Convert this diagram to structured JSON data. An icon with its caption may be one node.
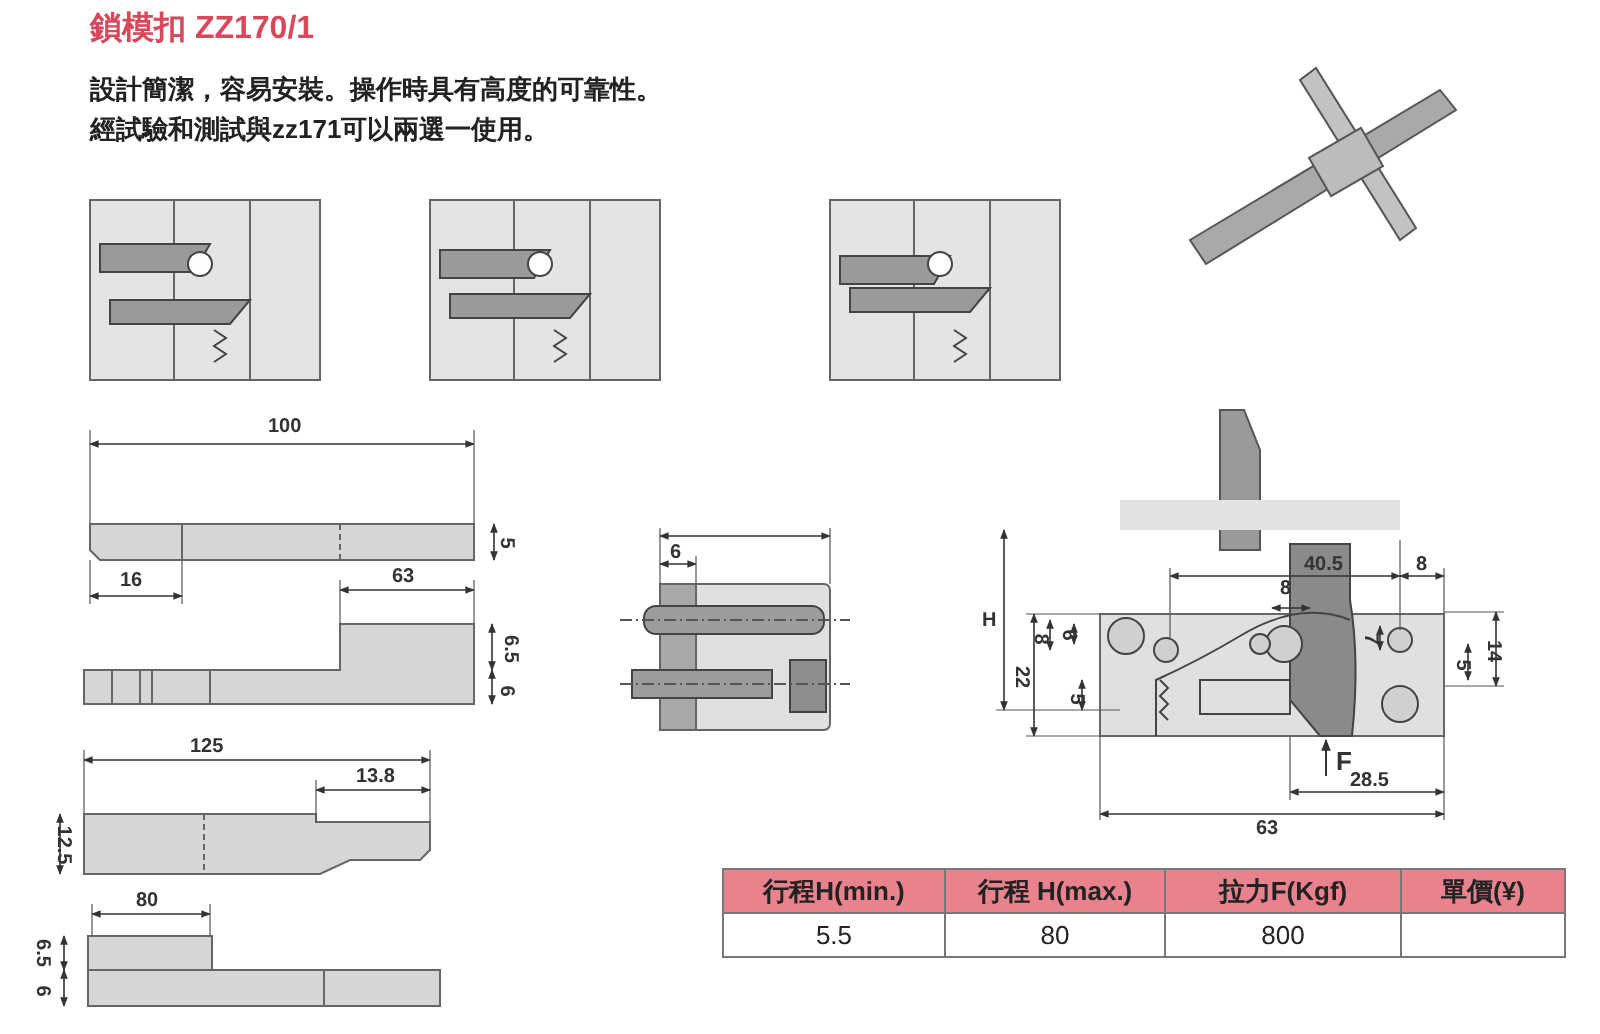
{
  "diagram": {
    "title": "鎖模扣 ZZ170/1",
    "labels": [
      "設計簡潔，容易安裝。操作時具有高度的可靠性。",
      "經試驗和測試與zz171可以兩選一使用。",
      "100",
      "5",
      "16",
      "63",
      "6.5",
      "6",
      "125",
      "13.8",
      "12.5",
      "80",
      "6.5",
      "6",
      "6",
      "H",
      "40.5",
      "8",
      "8",
      "8",
      "6",
      "7",
      "22",
      "5",
      "5",
      "14",
      "F",
      "28.5",
      "63",
      "行程H(min.)",
      "行程 H(max.)",
      "拉力F(Kgf)",
      "單價(¥)",
      "5.5",
      "80",
      "800"
    ]
  }
}
